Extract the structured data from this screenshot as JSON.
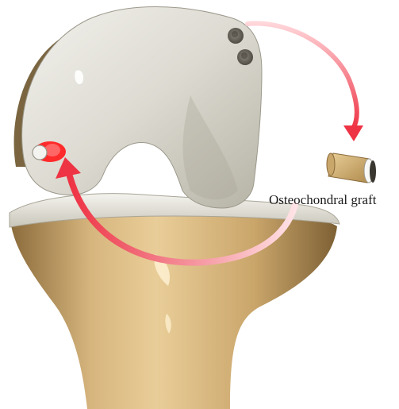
{
  "labels": {
    "graft": "Osteochondral graft"
  },
  "colors": {
    "cartilage": "#e4e2da",
    "cartilage_shade": "#b9b6a9",
    "bone": "#d9b77f",
    "bone_shade": "#9c7a45",
    "bone_back": "#7a6540",
    "arrow": "#ee3344",
    "defect": "#ff2a2a",
    "plug_hole": "#6a655c"
  },
  "icons": {
    "donor_sites": "circle-plug",
    "recipient_site": "red-defect-with-plug",
    "graft": "cylinder-plug"
  }
}
